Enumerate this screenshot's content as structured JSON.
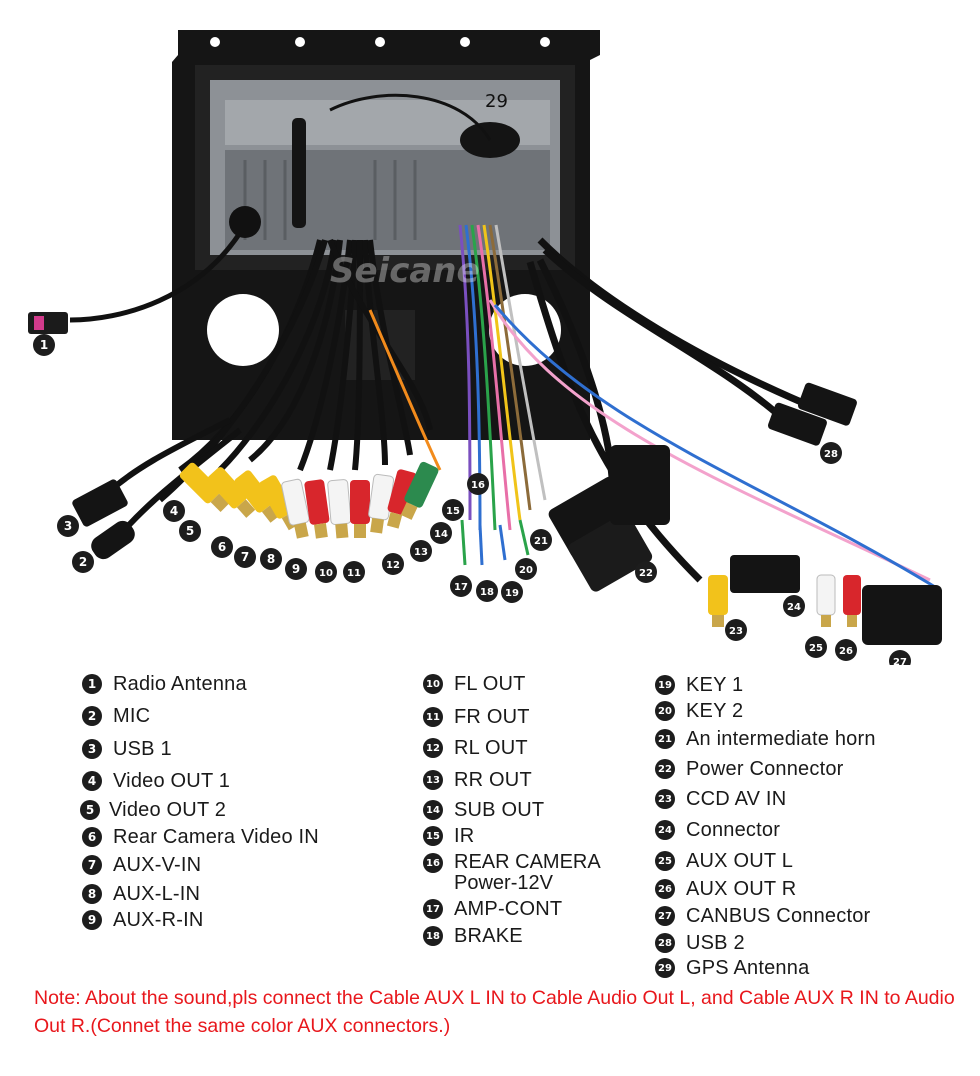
{
  "watermark": "Seicane",
  "callouts": {
    "c1": "1",
    "c2": "2",
    "c3": "3",
    "c4": "4",
    "c5": "5",
    "c6": "6",
    "c7": "7",
    "c8": "8",
    "c9": "9",
    "c10": "10",
    "c11": "11",
    "c12": "12",
    "c13": "13",
    "c14": "14",
    "c15": "15",
    "c16": "16",
    "c17": "17",
    "c18": "18",
    "c19": "19",
    "c20": "20",
    "c21": "21",
    "c22": "22",
    "c23": "23",
    "c24": "24",
    "c25": "25",
    "c26": "26",
    "c27": "27",
    "c28": "28",
    "c29": "29"
  },
  "legend": {
    "col1": [
      {
        "num": "1",
        "label": "Radio Antenna"
      },
      {
        "num": "2",
        "label": "MIC"
      },
      {
        "num": "3",
        "label": "USB 1"
      },
      {
        "num": "4",
        "label": "Video OUT 1"
      },
      {
        "num": "5",
        "label": "Video OUT 2"
      },
      {
        "num": "6",
        "label": "Rear Camera Video IN"
      },
      {
        "num": "7",
        "label": "AUX-V-IN"
      },
      {
        "num": "8",
        "label": "AUX-L-IN"
      },
      {
        "num": "9",
        "label": "AUX-R-IN"
      }
    ],
    "col2": [
      {
        "num": "10",
        "label": "FL OUT"
      },
      {
        "num": "11",
        "label": "FR OUT"
      },
      {
        "num": "12",
        "label": "RL OUT"
      },
      {
        "num": "13",
        "label": "RR OUT"
      },
      {
        "num": "14",
        "label": "SUB OUT"
      },
      {
        "num": "15",
        "label": "IR"
      },
      {
        "num": "16",
        "label": "REAR CAMERA",
        "label2": "Power-12V"
      },
      {
        "num": "17",
        "label": "AMP-CONT"
      },
      {
        "num": "18",
        "label": "BRAKE"
      }
    ],
    "col3": [
      {
        "num": "19",
        "label": "KEY 1"
      },
      {
        "num": "20",
        "label": "KEY 2"
      },
      {
        "num": "21",
        "label": "An intermediate horn"
      },
      {
        "num": "22",
        "label": "Power Connector"
      },
      {
        "num": "23",
        "label": "CCD AV IN"
      },
      {
        "num": "24",
        "label": "Connector"
      },
      {
        "num": "25",
        "label": "AUX OUT L"
      },
      {
        "num": "26",
        "label": "AUX OUT R"
      },
      {
        "num": "27",
        "label": "CANBUS Connector"
      },
      {
        "num": "28",
        "label": "USB 2"
      },
      {
        "num": "29",
        "label": "GPS Antenna"
      }
    ]
  },
  "note": "Note: About the sound,pls connect the Cable AUX L IN to Cable Audio Out L, and Cable AUX R IN to  Audio Out R.(Connet the same color AUX connectors.)",
  "colors": {
    "note_red": "#e8171c",
    "badge": "#1d1d1d",
    "rca_yellow": "#f2c21b",
    "rca_white": "#f4f4f4",
    "rca_red": "#d8262c",
    "rca_green": "#2c8a4e"
  }
}
